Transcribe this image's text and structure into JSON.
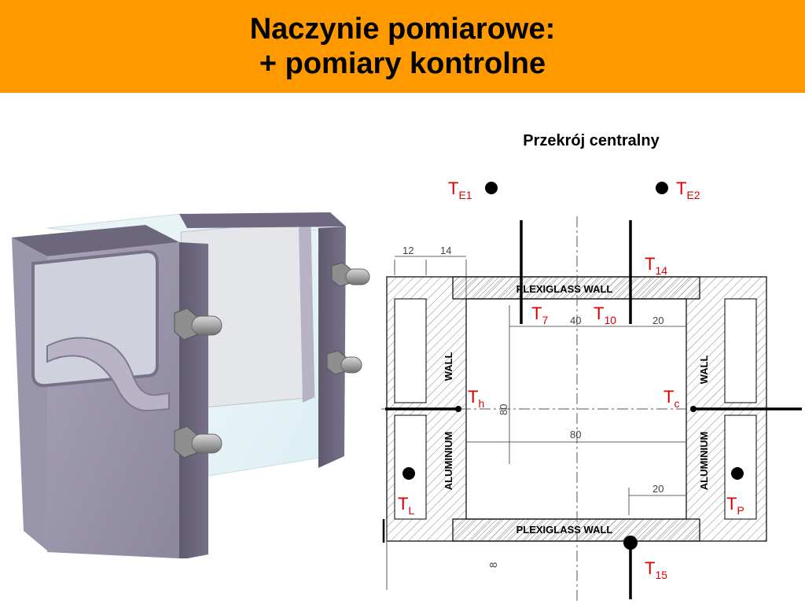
{
  "header": {
    "title_line1": "Naczynie pomiarowe:",
    "title_line2": "+ pomiary kontrolne",
    "bg_color": "#ff9900"
  },
  "diagram": {
    "title": "Przekrój centralny",
    "labels": {
      "plexi_top": "PLEXIGLASS WALL",
      "plexi_bottom": "PLEXIGLASS WALL",
      "wall_left": "WALL",
      "wall_right": "WALL",
      "aluminium_left": "ALUMINIUM",
      "aluminium_right": "ALUMINIUM"
    },
    "dimensions": {
      "d12": "12",
      "d14": "14",
      "d40": "40",
      "d20_top": "20",
      "d80_horizontal": "80",
      "d80_vertical": "80",
      "d20_bottom": "20",
      "d8": "8"
    },
    "sensors": [
      {
        "id": "te1",
        "letter": "T",
        "sub": "E1"
      },
      {
        "id": "te2",
        "letter": "T",
        "sub": "E2"
      },
      {
        "id": "t14",
        "letter": "T",
        "sub": "14"
      },
      {
        "id": "t7",
        "letter": "T",
        "sub": "7"
      },
      {
        "id": "t10",
        "letter": "T",
        "sub": "10"
      },
      {
        "id": "th",
        "letter": "T",
        "sub": "h"
      },
      {
        "id": "tc",
        "letter": "T",
        "sub": "c"
      },
      {
        "id": "tl",
        "letter": "T",
        "sub": "L"
      },
      {
        "id": "tp",
        "letter": "T",
        "sub": "P"
      },
      {
        "id": "t15",
        "letter": "T",
        "sub": "15"
      }
    ],
    "colors": {
      "sensor_label": "#dd0000",
      "subscript": "#dd0000",
      "line": "#000000"
    }
  }
}
